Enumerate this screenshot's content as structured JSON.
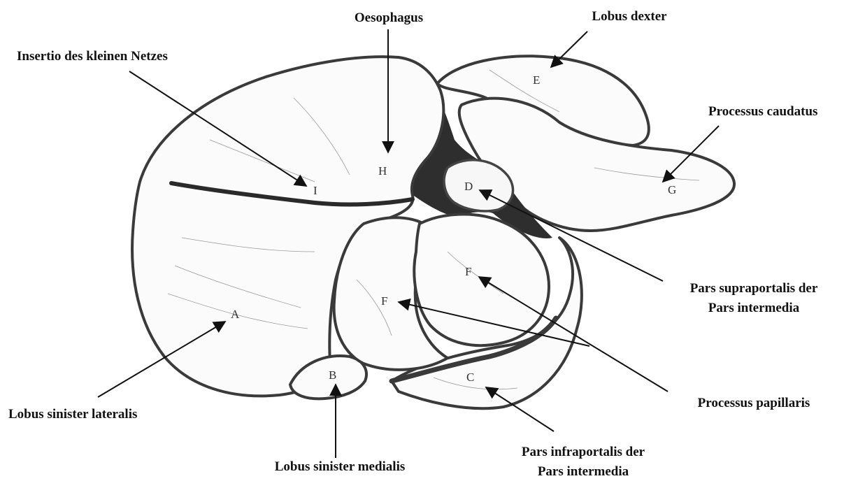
{
  "callouts": {
    "oesophagus": "Oesophagus",
    "lobus_dexter": "Lobus dexter",
    "insertio": "Insertio des kleinen Netzes",
    "processus_caudatus": "Processus caudatus",
    "pars_supraportalis_1": "Pars supraportalis der",
    "pars_supraportalis_2": "Pars intermedia",
    "processus_papillaris": "Processus papillaris",
    "lobus_sinister_lateralis": "Lobus sinister lateralis",
    "lobus_sinister_medialis": "Lobus sinister medialis",
    "pars_infraportalis_1": "Pars infraportalis der",
    "pars_infraportalis_2": "Pars intermedia"
  },
  "letters": {
    "A": "A",
    "B": "B",
    "C": "C",
    "D": "D",
    "E": "E",
    "F1": "F",
    "F2": "F",
    "G": "G",
    "H": "H",
    "I": "I"
  }
}
